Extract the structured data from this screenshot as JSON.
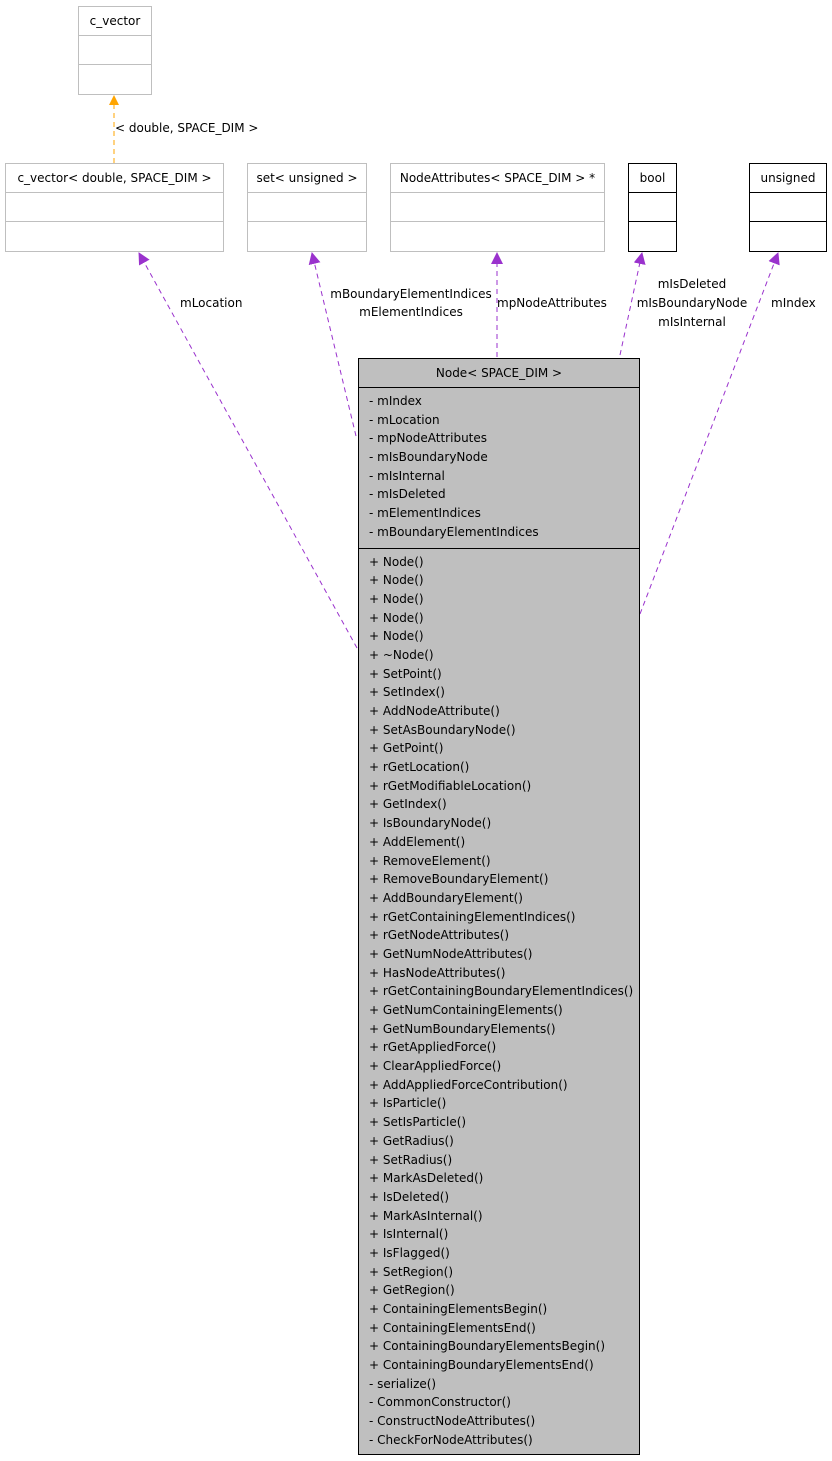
{
  "classes": {
    "c_vector": {
      "title": "c_vector"
    },
    "c_vector_double": {
      "title": "c_vector< double, SPACE_DIM >"
    },
    "set_unsigned": {
      "title": "set< unsigned >"
    },
    "node_attributes": {
      "title": "NodeAttributes< SPACE_DIM > *"
    },
    "bool": {
      "title": "bool"
    },
    "unsigned": {
      "title": "unsigned"
    }
  },
  "node": {
    "title": "Node< SPACE_DIM >",
    "attributes": [
      "- mIndex",
      "- mLocation",
      "- mpNodeAttributes",
      "- mIsBoundaryNode",
      "- mIsInternal",
      "- mIsDeleted",
      "- mElementIndices",
      "- mBoundaryElementIndices"
    ],
    "operations": [
      "+ Node()",
      "+ Node()",
      "+ Node()",
      "+ Node()",
      "+ Node()",
      "+ ~Node()",
      "+ SetPoint()",
      "+ SetIndex()",
      "+ AddNodeAttribute()",
      "+ SetAsBoundaryNode()",
      "+ GetPoint()",
      "+ rGetLocation()",
      "+ rGetModifiableLocation()",
      "+ GetIndex()",
      "+ IsBoundaryNode()",
      "+ AddElement()",
      "+ RemoveElement()",
      "+ RemoveBoundaryElement()",
      "+ AddBoundaryElement()",
      "+ rGetContainingElementIndices()",
      "+ rGetNodeAttributes()",
      "+ GetNumNodeAttributes()",
      "+ HasNodeAttributes()",
      "+ rGetContainingBoundaryElementIndices()",
      "+ GetNumContainingElements()",
      "+ GetNumBoundaryElements()",
      "+ rGetAppliedForce()",
      "+ ClearAppliedForce()",
      "+ AddAppliedForceContribution()",
      "+ IsParticle()",
      "+ SetIsParticle()",
      "+ GetRadius()",
      "+ SetRadius()",
      "+ MarkAsDeleted()",
      "+ IsDeleted()",
      "+ MarkAsInternal()",
      "+ IsInternal()",
      "+ IsFlagged()",
      "+ SetRegion()",
      "+ GetRegion()",
      "+ ContainingElementsBegin()",
      "+ ContainingElementsEnd()",
      "+ ContainingBoundaryElementsBegin()",
      "+ ContainingBoundaryElementsEnd()",
      "- serialize()",
      "- CommonConstructor()",
      "- ConstructNodeAttributes()",
      "- CheckForNodeAttributes()"
    ]
  },
  "edge_labels": {
    "template_args": "< double, SPACE_DIM >",
    "location": "mLocation",
    "boundary_element_indices": "mBoundaryElementIndices",
    "element_indices": "mElementIndices",
    "node_attributes": "mpNodeAttributes",
    "is_deleted": "mIsDeleted",
    "is_boundary_node": "mIsBoundaryNode",
    "is_internal": "mIsInternal",
    "index": "mIndex"
  },
  "colors": {
    "template_edge": "#ffa500",
    "usage_edge": "#9a32cd",
    "main_fill": "#bfbfbf",
    "grey_border": "#bfbfbf"
  }
}
